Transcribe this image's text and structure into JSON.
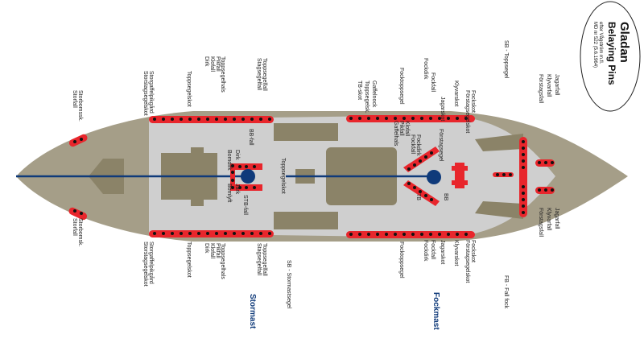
{
  "title_box": {
    "name": "Gladan",
    "subtitle": "Belaying Pins",
    "line1": "efter Vågström m.fl.",
    "line2": "MD nr 522 (5.6.1964)"
  },
  "masts": {
    "main": "Stormast",
    "fore": "Fockmast"
  },
  "labels": {
    "sb_top_1": "SB - Toppsegel",
    "sb_top_2": "SB - Stormastsegel",
    "fb_fall": "FB - Fall fock",
    "far_left_1": "Storbomssk.",
    "far_left_2": "Storfall",
    "far_left_3": "Storbomsk.",
    "far_left_4": "Storfall",
    "port_aft_1": "Storgaffelpikgård",
    "port_aft_2": "Storstagsegelskot",
    "port_aft_3": "Toppsegelskot",
    "port_aft_4": "Toppsegelhals",
    "port_aft_5": "Pikfall",
    "port_aft_6": "Klofall",
    "port_aft_7": "Dirk",
    "port_aft_8": "Toppsegelfall",
    "port_aft_9": "Stagsegelfall",
    "stb_aft_1": "Storgaffelpikgård",
    "stb_aft_2": "Storstagsegelskot",
    "stb_aft_3": "Toppsegelskot",
    "stb_aft_4": "Toppsegelhals",
    "stb_aft_5": "Pikfall",
    "stb_aft_6": "Klofall",
    "stb_aft_7": "Dirk",
    "stb_aft_8": "Toppsegelfall",
    "stb_aft_9": "Stagsegelfall",
    "port_fore_1": "Fockskot",
    "port_fore_2": "Förstagsegelskot",
    "port_fore_3": "Klyvarskot",
    "port_fore_4": "Jagarskot",
    "port_fore_5": "Fockfall",
    "port_fore_6": "Fockdirk",
    "port_fore_7": "Focktoppsegel",
    "stb_fore_1": "Fockskot",
    "stb_fore_2": "Förstagsegelskot",
    "stb_fore_3": "Klyvarskot",
    "stb_fore_4": "Jagarskot",
    "stb_fore_5": "Fockfall",
    "stb_fore_6": "Fockdirk",
    "stb_fore_7": "Focktoppsegel",
    "bow_port_1": "Jagarfall",
    "bow_port_2": "Klyvarfall",
    "bow_port_3": "Förstagsfall",
    "bow_stb_1": "Jagarfall",
    "bow_stb_2": "Klyvarfall",
    "bow_stb_3": "Förstagsfall",
    "main_rail_1": "Dirk",
    "main_rail_2": "Bomdirk",
    "main_rail_3": "Bomlyft",
    "main_rail_4": "Jark",
    "main_rail_5": "STB-fall",
    "main_rail_6": "BB-fall",
    "main_rail_7": "Toppsegelskot",
    "fore_rail_1": "Fockdirk",
    "fore_rail_2": "Fockfall",
    "fore_rail_3": "Klofall",
    "fore_rail_4": "Pikfall",
    "fore_rail_5": "Gaffelhals",
    "fore_rail_6": "Förstagsegel",
    "fore_rail_7": "BB",
    "fore_rail_8": "TB",
    "mid_1": "Gaffelnock",
    "mid_2": "Toppsegelsk.",
    "mid_3": "TB-skot"
  },
  "colors": {
    "hull": "#a59e88",
    "deck": "#cfcfcf",
    "structure": "#8b8368",
    "structure_dark": "#7a7258",
    "rail": "#e8262c",
    "pin": "#111111",
    "mast": "#0f3a7a",
    "center_line": "#0f3a7a",
    "hatch": "#e8262c"
  }
}
